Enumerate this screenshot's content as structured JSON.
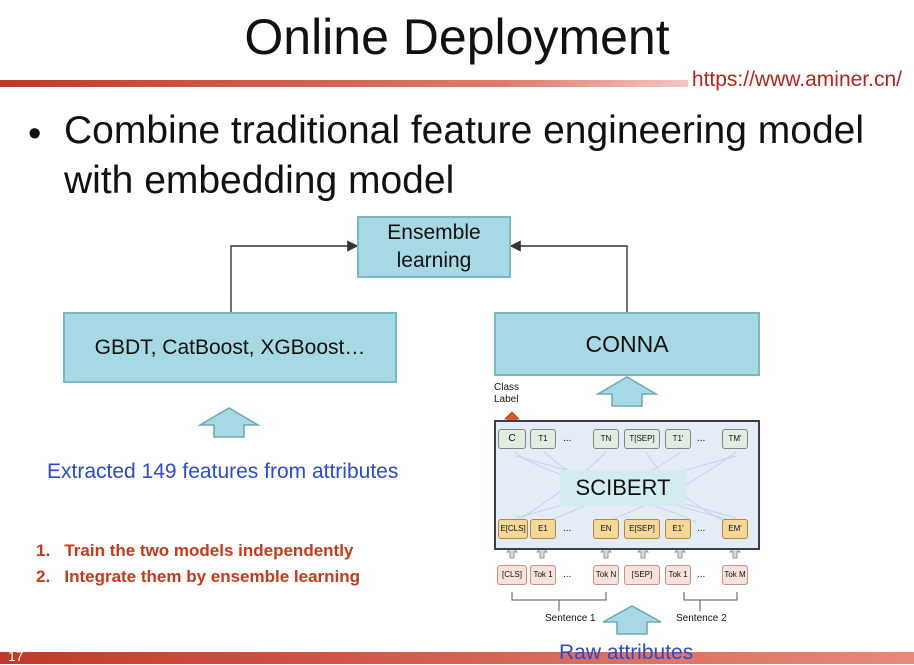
{
  "slide": {
    "title": "Online Deployment",
    "url": "https://www.aminer.cn/",
    "bullet": "Combine traditional feature engineering model with embedding model",
    "page_number": "17"
  },
  "diagram": {
    "ensemble": [
      "Ensemble",
      "learning"
    ],
    "gbdt": "GBDT, CatBoost, XGBoost…",
    "conna": "CONNA",
    "features": "Extracted 149 features from attributes",
    "steps": [
      "1.   Train the two models independently",
      "2.   Integrate them by ensemble learning"
    ],
    "raw_attributes": "Raw attributes",
    "class_label": [
      "Class",
      "Label"
    ],
    "scibert": "SCIBERT",
    "top_tokens": [
      "C",
      "T1",
      "TN",
      "T[SEP]",
      "T1'",
      "TM'"
    ],
    "embed_tokens": [
      "E[CLS]",
      "E1",
      "EN",
      "E[SEP]",
      "E1'",
      "EM'"
    ],
    "input_tokens": [
      "[CLS]",
      "Tok 1",
      "Tok N",
      "[SEP]",
      "Tok 1",
      "Tok M"
    ],
    "ellipsis": "...",
    "sentence1": "Sentence 1",
    "sentence2": "Sentence 2"
  },
  "colors": {
    "accent_red": "#c0392b",
    "box_fill": "#a6d9e3",
    "blue_text": "#2a4ad1",
    "step_text": "#c8381a"
  }
}
